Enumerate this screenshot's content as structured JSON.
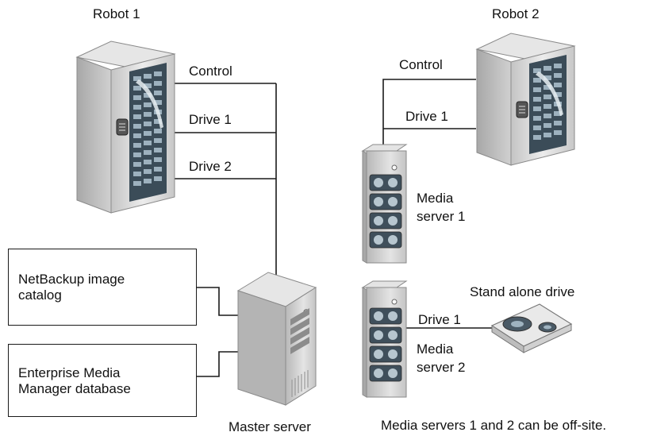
{
  "robot1": {
    "title": "Robot 1"
  },
  "robot2": {
    "title": "Robot 2"
  },
  "connections": {
    "r1_control": "Control",
    "r1_drive1": "Drive 1",
    "r1_drive2": "Drive 2",
    "r2_control": "Control",
    "r2_drive1": "Drive 1",
    "standalone_drive1": "Drive 1"
  },
  "media_server_1": {
    "line1": "Media",
    "line2": "server 1"
  },
  "media_server_2": {
    "line1": "Media",
    "line2": "server 2"
  },
  "standalone_drive": {
    "label": "Stand alone drive"
  },
  "catalog_box": {
    "line1": "NetBackup image",
    "line2": "catalog"
  },
  "emm_box": {
    "line1": "Enterprise Media",
    "line2": "Manager database"
  },
  "master_server": {
    "label": "Master server"
  },
  "footnote": "Media servers 1 and 2 can be off-site.",
  "colors": {
    "cabinet": "#d9d9d9",
    "cabinet_side": "#bdbdbd",
    "panel": "#3b4c58",
    "slot": "#9db1be",
    "server": "#c9c9c9",
    "disk": "#4a5a66",
    "line": "#1a1a1a"
  }
}
